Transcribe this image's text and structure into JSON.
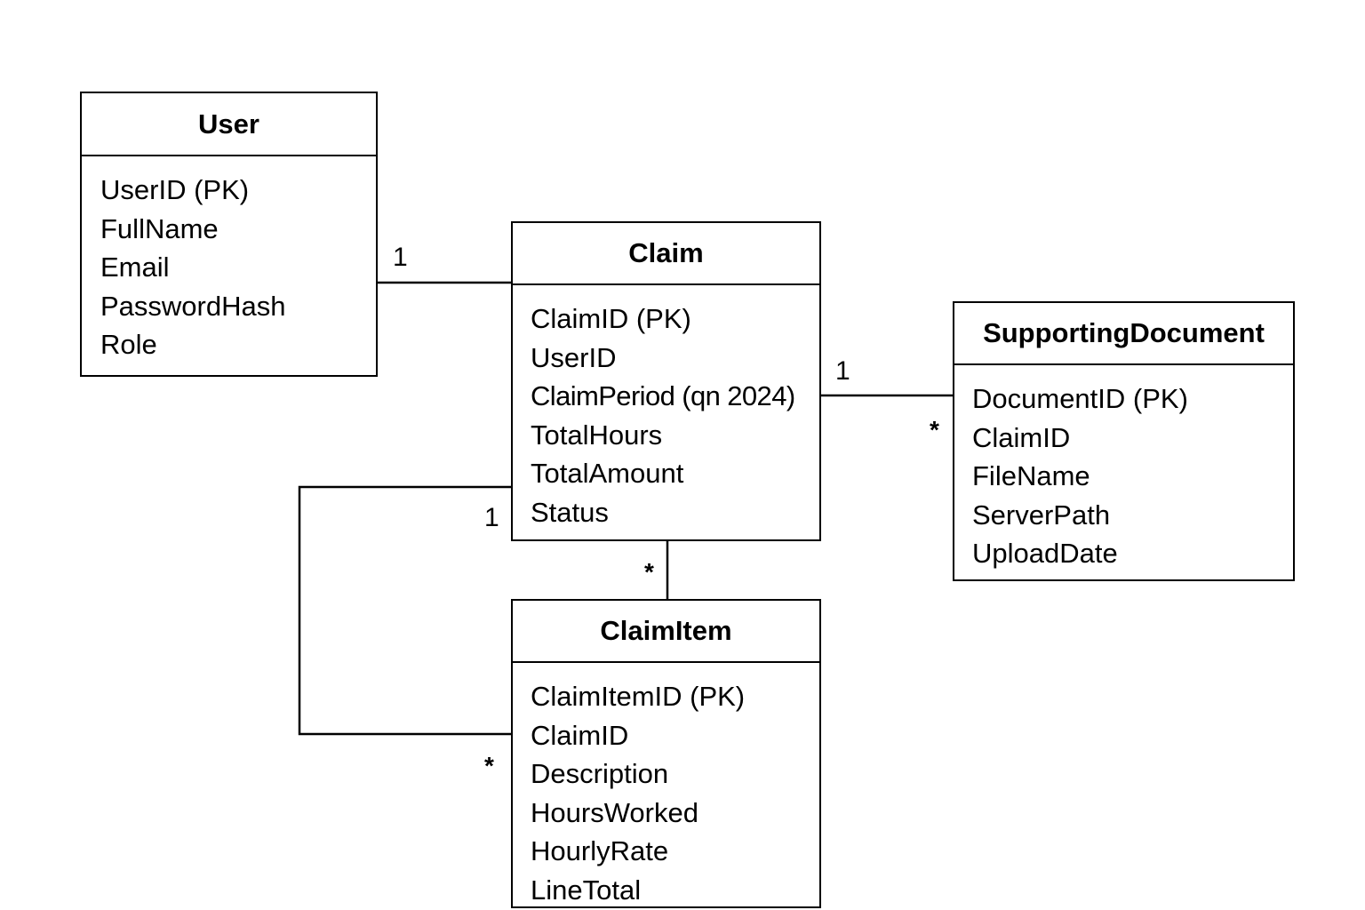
{
  "entities": {
    "user": {
      "name": "User",
      "attributes": [
        "UserID (PK)",
        "FullName",
        "Email",
        "PasswordHash",
        "Role"
      ]
    },
    "claim": {
      "name": "Claim",
      "attributes": [
        "ClaimID (PK)",
        "UserID",
        "ClaimPeriod (qn 2024)",
        "TotalHours",
        "TotalAmount",
        "Status"
      ]
    },
    "supporting_document": {
      "name": "SupportingDocument",
      "attributes": [
        "DocumentID (PK)",
        "ClaimID",
        "FileName",
        "ServerPath",
        "UploadDate"
      ]
    },
    "claim_item": {
      "name": "ClaimItem",
      "attributes": [
        "ClaimItemID (PK)",
        "ClaimID",
        "Description",
        "HoursWorked",
        "HourlyRate",
        "LineTotal"
      ]
    }
  },
  "relationships": [
    {
      "from": "User",
      "to": "Claim",
      "from_multiplicity": "1",
      "to_multiplicity": ""
    },
    {
      "from": "Claim",
      "to": "SupportingDocument",
      "from_multiplicity": "1",
      "to_multiplicity": "*"
    },
    {
      "from": "Claim",
      "to": "ClaimItem",
      "from_multiplicity": "1",
      "to_multiplicity": "*"
    },
    {
      "from": "Claim",
      "to": "ClaimItem",
      "from_multiplicity": "",
      "to_multiplicity": "*"
    }
  ]
}
